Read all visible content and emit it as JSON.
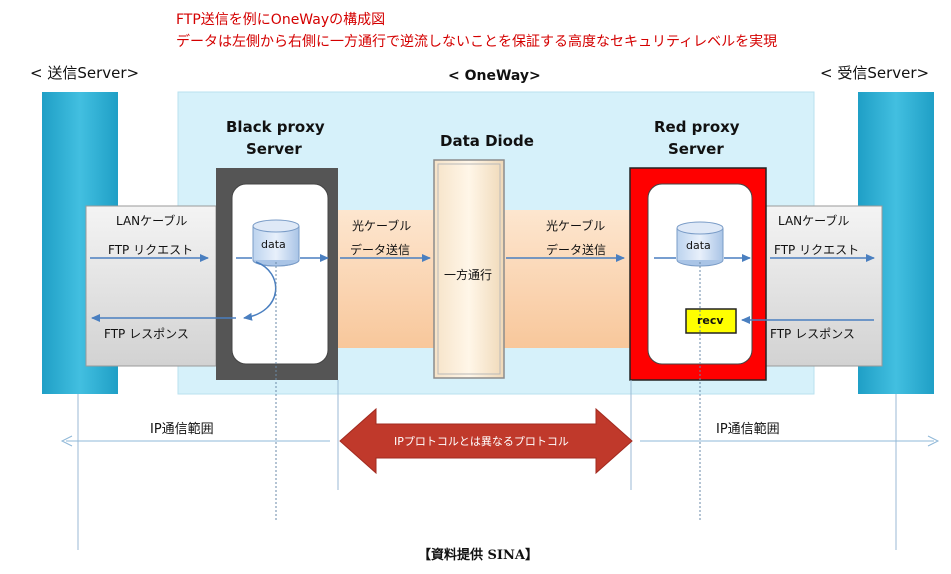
{
  "title": {
    "line1": "FTP送信を例にOneWayの構成図",
    "line2": "データは左側から右側に一方通行で逆流しないことを保証する高度なセキュリティレベルを実現"
  },
  "send_server": {
    "label": "< 送信Server>"
  },
  "recv_server": {
    "label": "< 受信Server>"
  },
  "oneway_label": "< OneWay>",
  "black_proxy": {
    "line1": "Black proxy",
    "line2": "Server",
    "db_label": "data"
  },
  "data_diode": {
    "label": "Data Diode",
    "flow_label": "一方通行"
  },
  "red_proxy": {
    "line1": "Red proxy",
    "line2": "Server",
    "db_label": "data",
    "recv_label": "recv"
  },
  "left_lan": {
    "cable": "LANケーブル",
    "request": "FTP リクエスト",
    "response": "FTP レスポンス"
  },
  "right_lan": {
    "cable": "LANケーブル",
    "request": "FTP リクエスト",
    "response": "FTP レスポンス"
  },
  "optical_left": {
    "cable": "光ケーブル",
    "send": "データ送信"
  },
  "optical_right": {
    "cable": "光ケーブル",
    "send": "データ送信"
  },
  "ip_left": "IP通信範囲",
  "ip_right": "IP通信範囲",
  "protocol_arrow": "IPプロトコルとは異なるプロトコル",
  "source_credit": "【資料提供  SINA】",
  "colors": {
    "server_bar": "#2aaed3",
    "oneway_bg": "#d6f1fa",
    "black_frame": "#555555",
    "red_frame": "#ff0000",
    "arrow_blue": "#4a7fc0",
    "protocol_arrow": "#c0392b",
    "recv_box": "#ffff00"
  }
}
